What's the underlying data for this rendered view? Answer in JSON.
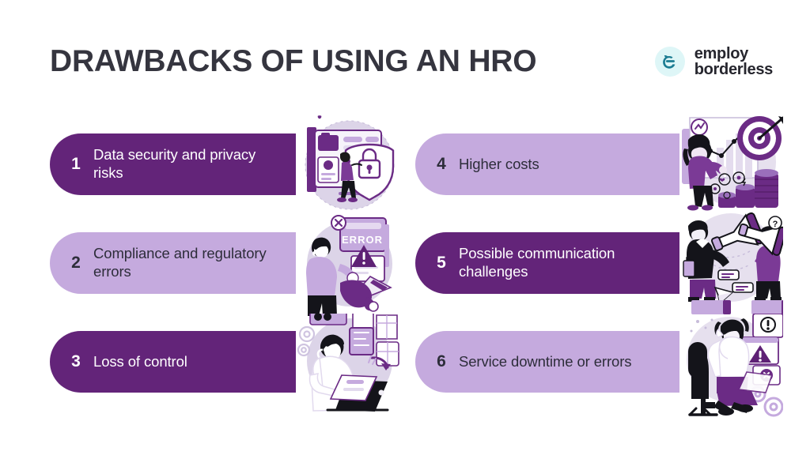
{
  "header": {
    "title": "DRAWBACKS OF USING AN HRO",
    "logo": {
      "mark_icon": "employ-e-icon",
      "line1": "employ",
      "line2": "borderless",
      "mark_color": "#1C7C92",
      "mark_bg": "#DDF6F7",
      "word_color": "#26262E"
    }
  },
  "theme": {
    "background": "#FFFFFF",
    "title_color": "#35353F",
    "dark_bar": "#632479",
    "light_bar": "#C5AADE",
    "dark_bar_text": "#FFFFFF",
    "light_bar_text": "#2D2D3A",
    "illustration_circle": "#DCD4E8",
    "illustration_accent": "#6B2B85"
  },
  "items": [
    {
      "number": "1",
      "label": "Data security and privacy risks",
      "style": "dark",
      "illustration": "data-security-shield-lock-illustration"
    },
    {
      "number": "2",
      "label": "Compliance and regulatory errors",
      "style": "light",
      "illustration": "compliance-error-screen-illustration",
      "illustration_text": "ERROR"
    },
    {
      "number": "3",
      "label": "Loss of control",
      "style": "dark",
      "illustration": "loss-of-control-laptop-gears-illustration"
    },
    {
      "number": "4",
      "label": "Higher costs",
      "style": "light",
      "illustration": "higher-costs-target-coins-chart-illustration"
    },
    {
      "number": "5",
      "label": "Possible communication challenges",
      "style": "dark",
      "illustration": "communication-megaphones-illustration"
    },
    {
      "number": "6",
      "label": "Service downtime or errors",
      "style": "light",
      "illustration": "service-downtime-warning-illustration"
    }
  ]
}
